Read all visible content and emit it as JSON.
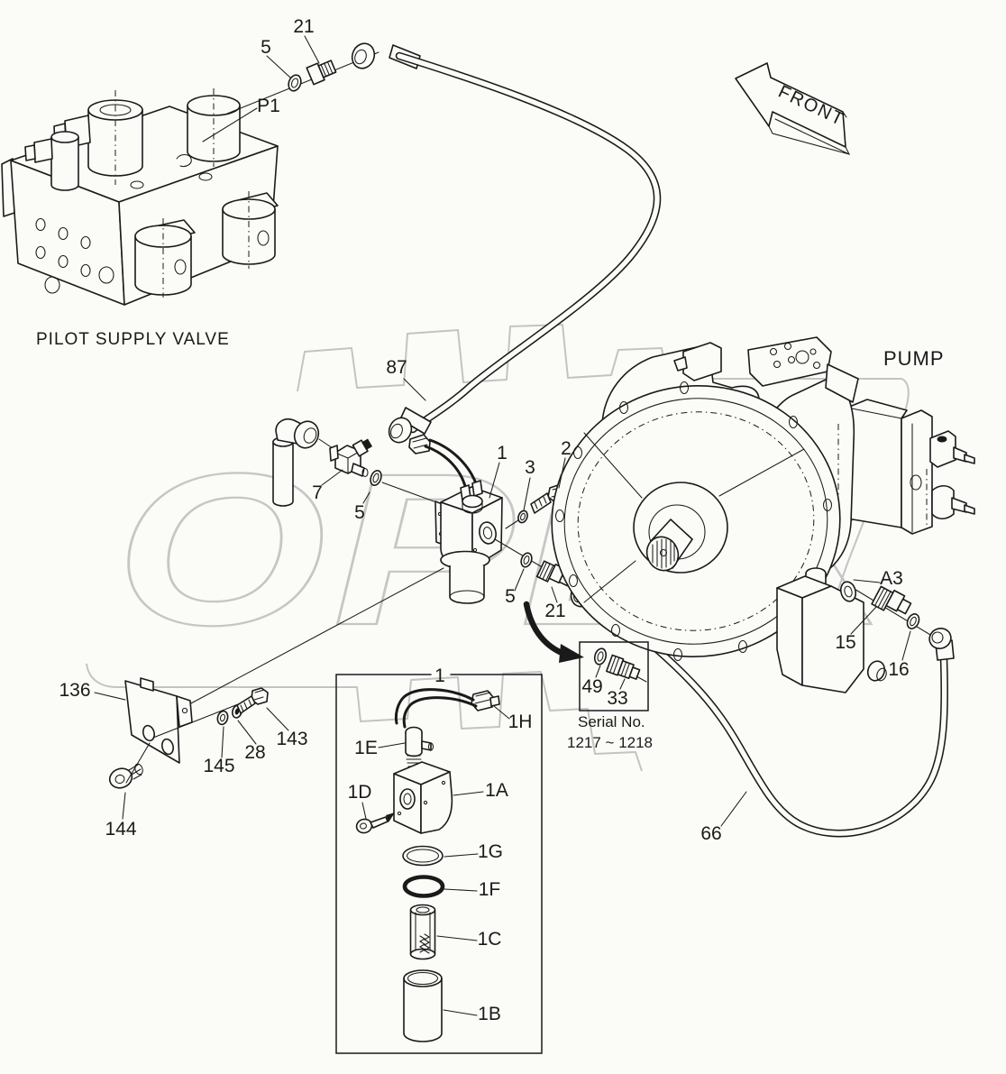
{
  "diagram": {
    "titles": {
      "pilot_valve": "PILOT SUPPLY VALVE",
      "pump": "PUMP",
      "front": "FRONT"
    },
    "watermark": "OPEX",
    "serial_note": {
      "line1": "Serial No.",
      "line2": "1217 ~ 1218"
    },
    "colors": {
      "line": "#1a1a1a",
      "watermark": "#c6c6c6",
      "background": "#fbfbf7"
    },
    "callouts": {
      "c5_top": "5",
      "c21_top": "21",
      "p1": "P1",
      "c87": "87",
      "c7": "7",
      "c5_mid": "5",
      "c1_main": "1",
      "c3": "3",
      "c2": "2",
      "c5_low": "5",
      "c21_low": "21",
      "a3": "A3",
      "c15": "15",
      "c16": "16",
      "c66": "66",
      "c136": "136",
      "c145": "145",
      "c28": "28",
      "c143": "143",
      "c144": "144",
      "box1": "1",
      "c1h": "1H",
      "c1e": "1E",
      "c1d": "1D",
      "c1a": "1A",
      "c1g": "1G",
      "c1f": "1F",
      "c1c": "1C",
      "c1b": "1B",
      "c49": "49",
      "c33": "33"
    }
  }
}
